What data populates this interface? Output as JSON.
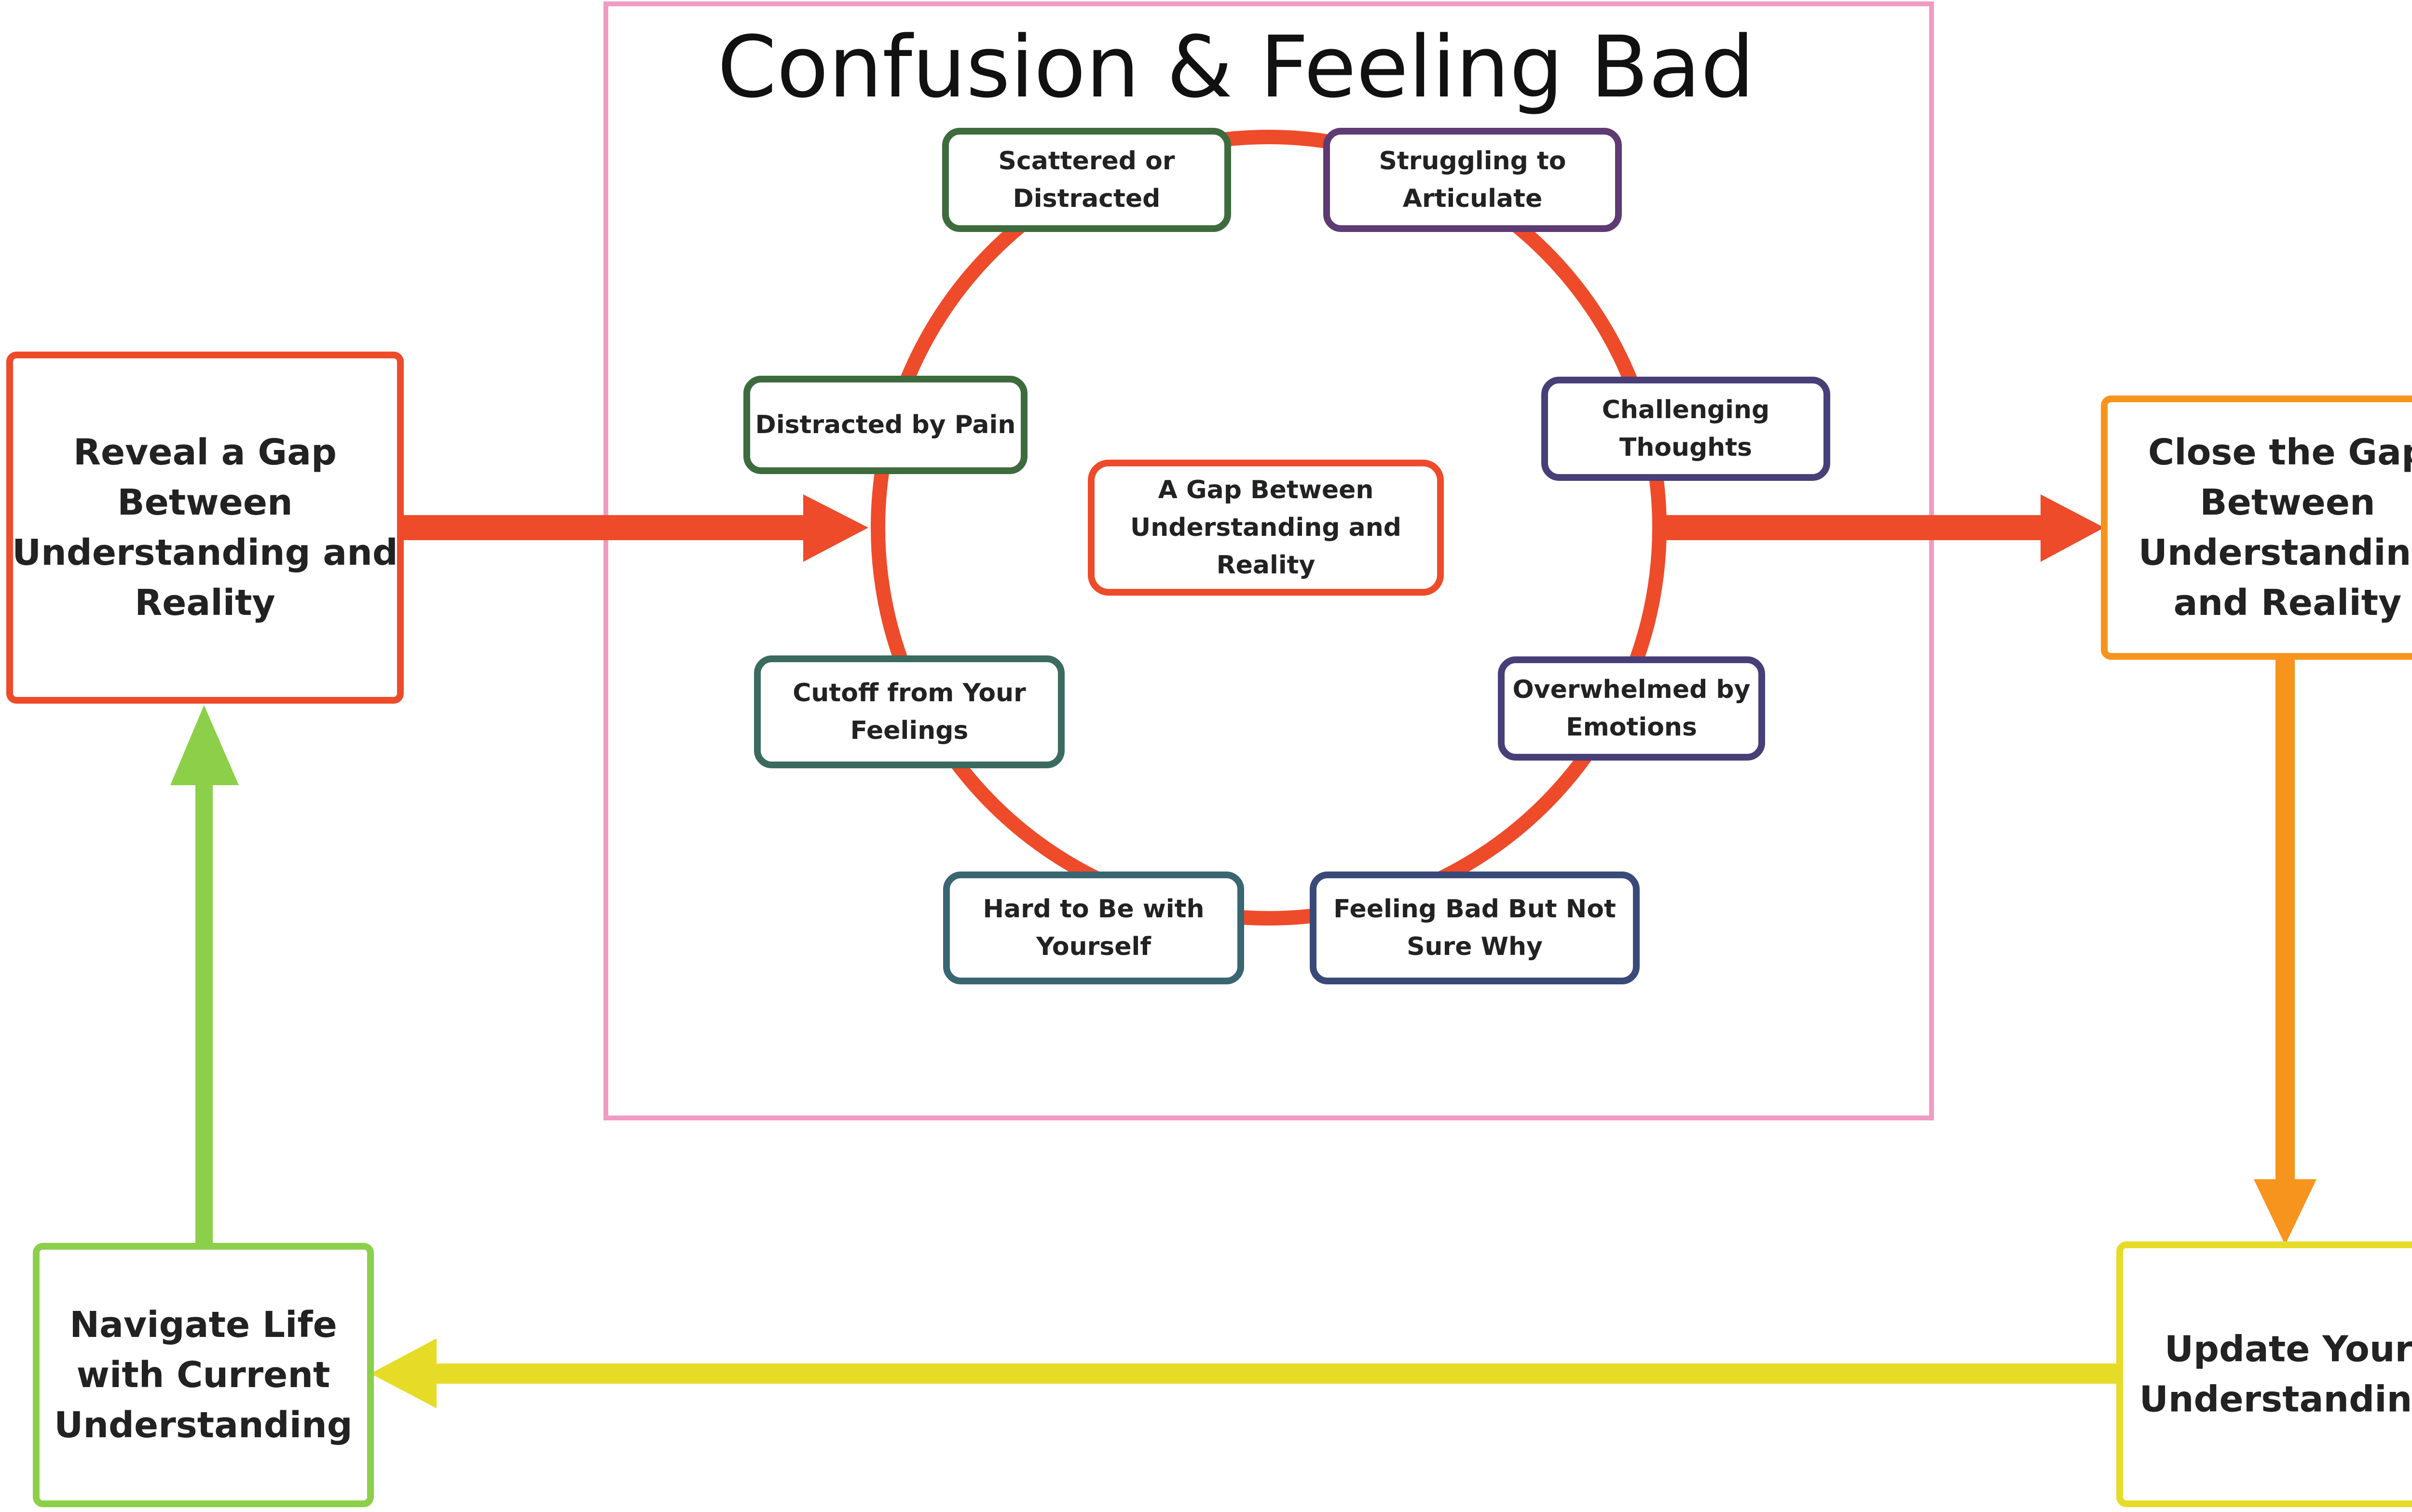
{
  "title": "Confusion & Feeling Bad",
  "colors": {
    "frame": "#ef9bc4",
    "ring": "#ee4b2b",
    "reveal": "#ee4b2b",
    "close": "#f7941d",
    "update": "#e6dc27",
    "navigate": "#8cd04a",
    "center": "#ee4b2b",
    "green_dark": "#3d6b3e",
    "purple": "#5e3b73",
    "purple_blue": "#463f78",
    "teal": "#3a6a60",
    "slate_teal": "#3a6672",
    "navy": "#3a4a78"
  },
  "outer_cycle": [
    {
      "id": "reveal",
      "lines": [
        "Reveal a Gap",
        "Between",
        "Understanding and",
        "Reality"
      ]
    },
    {
      "id": "close",
      "lines": [
        "Close the Gap",
        "Between",
        "Understanding",
        "and Reality"
      ]
    },
    {
      "id": "update",
      "lines": [
        "Update Your",
        "Understanding"
      ]
    },
    {
      "id": "navigate",
      "lines": [
        "Navigate Life",
        "with Current",
        "Understanding"
      ]
    }
  ],
  "center_node": {
    "lines": [
      "A Gap Between",
      "Understanding and",
      "Reality"
    ]
  },
  "ring_nodes": [
    {
      "id": "scattered",
      "lines": [
        "Scattered or",
        "Distracted"
      ]
    },
    {
      "id": "struggling",
      "lines": [
        "Struggling to",
        "Articulate"
      ]
    },
    {
      "id": "challenging",
      "lines": [
        "Challenging",
        "Thoughts"
      ]
    },
    {
      "id": "overwhelmed",
      "lines": [
        "Overwhelmed by",
        "Emotions"
      ]
    },
    {
      "id": "feeling-bad",
      "lines": [
        "Feeling Bad But Not",
        "Sure Why"
      ]
    },
    {
      "id": "hard-to-be",
      "lines": [
        "Hard to Be with",
        "Yourself"
      ]
    },
    {
      "id": "cutoff",
      "lines": [
        "Cutoff from Your",
        "Feelings"
      ]
    },
    {
      "id": "distracted-pain",
      "lines": [
        "Distracted by Pain"
      ]
    }
  ]
}
